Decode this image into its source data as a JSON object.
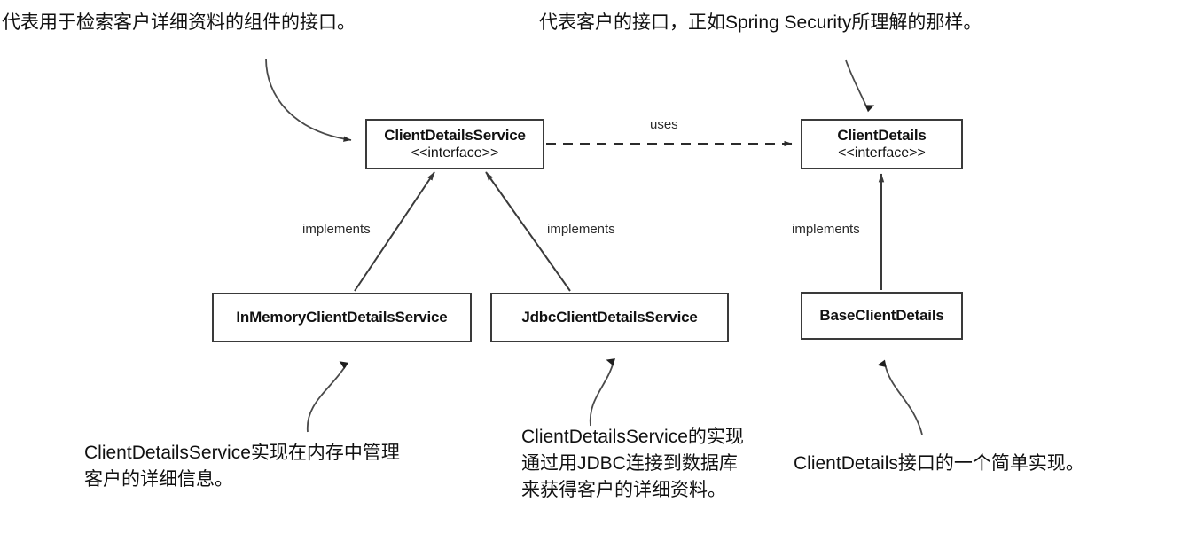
{
  "diagram": {
    "title_notes": {
      "top_left": "代表用于检索客户详细资料的组件的接口。",
      "top_right": "代表客户的接口，正如Spring Security所理解的那样。"
    },
    "boxes": [
      {
        "id": "clientdetailsservice",
        "name": "ClientDetailsService",
        "stereotype": "<<interface>>"
      },
      {
        "id": "clientdetails",
        "name": "ClientDetails",
        "stereotype": "<<interface>>"
      },
      {
        "id": "inmemory",
        "name": "InMemoryClientDetailsService",
        "stereotype": ""
      },
      {
        "id": "jdbc",
        "name": "JdbcClientDetailsService",
        "stereotype": ""
      },
      {
        "id": "baseclientdetails",
        "name": "BaseClientDetails",
        "stereotype": ""
      }
    ],
    "edges": [
      {
        "id": "uses",
        "label": "uses",
        "from": "clientdetailsservice",
        "to": "clientdetails",
        "style": "dashed"
      },
      {
        "id": "impl-inmemory",
        "label": "implements",
        "from": "inmemory",
        "to": "clientdetailsservice",
        "style": "solid"
      },
      {
        "id": "impl-jdbc",
        "label": "implements",
        "from": "jdbc",
        "to": "clientdetailsservice",
        "style": "solid"
      },
      {
        "id": "impl-base",
        "label": "implements",
        "from": "baseclientdetails",
        "to": "clientdetails",
        "style": "solid"
      }
    ],
    "annotations": {
      "inmemory": "ClientDetailsService实现在内存中管理客户的详细信息。",
      "jdbc": "ClientDetailsService的实现通过用JDBC连接到数据库来获得客户的详细资料。",
      "base": "ClientDetails接口的一个简单实现。"
    },
    "colors": {
      "background": "#ffffff",
      "box_border": "#3a3a3a",
      "text": "#111111",
      "connector": "#4a4a4a"
    }
  }
}
